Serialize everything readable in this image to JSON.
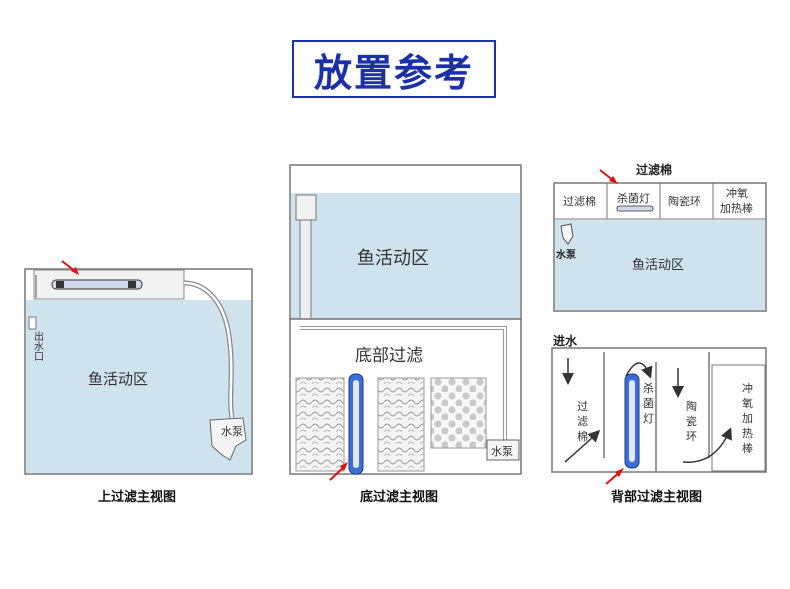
{
  "title": "放置参考",
  "colors": {
    "water": "#cfe3ef",
    "frame": "#777777",
    "title_blue": "#1b2fa8",
    "uv_lamp": "#3b6fd6",
    "arrow_red": "#e01010"
  },
  "diagrams": {
    "top_filter": {
      "caption": "上过滤主视图",
      "zone_label": "鱼活动区",
      "outlet_label": "出水口",
      "pump_label": "水泵"
    },
    "bottom_filter": {
      "caption": "底过滤主视图",
      "zone_label": "鱼活动区",
      "sump_label": "底部过滤",
      "pump_label": "水泵"
    },
    "back_filter_top": {
      "header_label": "过滤棉",
      "compartments": [
        "过滤棉",
        "杀菌灯",
        "陶瓷环",
        "冲氧\n加热棒"
      ],
      "pump_label": "水泵",
      "zone_label": "鱼活动区"
    },
    "back_filter_front": {
      "caption": "背部过滤主视图",
      "inlet_label": "进水",
      "chambers": [
        "过\n滤\n棉",
        "杀\n菌\n灯",
        "陶\n瓷\n环",
        "冲\n氧\n加\n热\n棒"
      ]
    }
  }
}
